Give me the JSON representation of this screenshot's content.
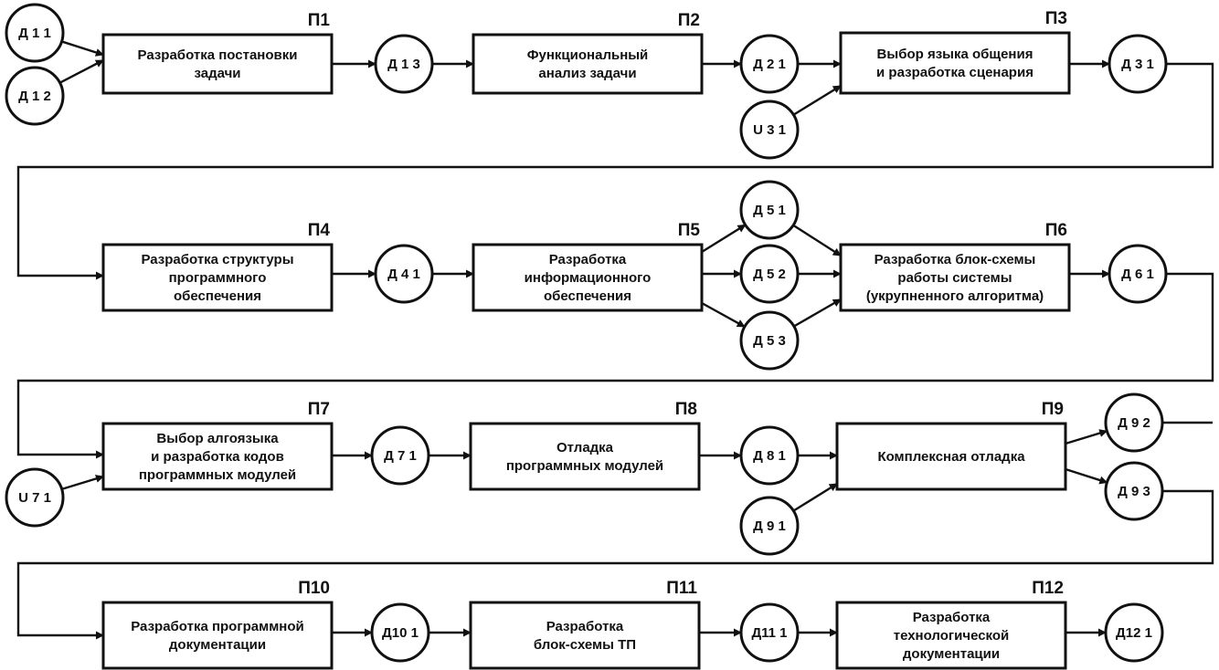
{
  "processes": [
    {
      "id": "p1",
      "label": "П1",
      "lines": [
        "Разработка постановки",
        "задачи"
      ]
    },
    {
      "id": "p2",
      "label": "П2",
      "lines": [
        "Функциональный",
        "анализ задачи"
      ]
    },
    {
      "id": "p3",
      "label": "П3",
      "lines": [
        "Выбор языка общения",
        "и разработка сценария"
      ]
    },
    {
      "id": "p4",
      "label": "П4",
      "lines": [
        "Разработка структуры",
        "программного",
        "обеспечения"
      ]
    },
    {
      "id": "p5",
      "label": "П5",
      "lines": [
        "Разработка",
        "информационного",
        "обеспечения"
      ]
    },
    {
      "id": "p6",
      "label": "П6",
      "lines": [
        "Разработка блок-схемы",
        "работы системы",
        "(укрупненного алгоритма)"
      ]
    },
    {
      "id": "p7",
      "label": "П7",
      "lines": [
        "Выбор алгоязыка",
        "и разработка кодов",
        "программных модулей"
      ]
    },
    {
      "id": "p8",
      "label": "П8",
      "lines": [
        "Отладка",
        "программных модулей"
      ]
    },
    {
      "id": "p9",
      "label": "П9",
      "lines": [
        "Комплексная отладка"
      ]
    },
    {
      "id": "p10",
      "label": "П10",
      "lines": [
        "Разработка программной",
        "документации"
      ]
    },
    {
      "id": "p11",
      "label": "П11",
      "lines": [
        "Разработка",
        "блок-схемы ТП"
      ]
    },
    {
      "id": "p12",
      "label": "П12",
      "lines": [
        "Разработка",
        "технологической",
        "документации"
      ]
    }
  ],
  "nodes": [
    {
      "id": "d11",
      "label": "Д 1 1"
    },
    {
      "id": "d12",
      "label": "Д 1 2"
    },
    {
      "id": "d13",
      "label": "Д 1 3"
    },
    {
      "id": "d21",
      "label": "Д 2 1"
    },
    {
      "id": "u31",
      "label": "U 3 1"
    },
    {
      "id": "d31",
      "label": "Д 3 1"
    },
    {
      "id": "d41",
      "label": "Д 4 1"
    },
    {
      "id": "d51",
      "label": "Д 5 1"
    },
    {
      "id": "d52",
      "label": "Д 5 2"
    },
    {
      "id": "d53",
      "label": "Д 5 3"
    },
    {
      "id": "d61",
      "label": "Д 6 1"
    },
    {
      "id": "u71",
      "label": "U 7 1"
    },
    {
      "id": "d71",
      "label": "Д 7 1"
    },
    {
      "id": "d81",
      "label": "Д 8 1"
    },
    {
      "id": "d91",
      "label": "Д 9 1"
    },
    {
      "id": "d92",
      "label": "Д 9 2"
    },
    {
      "id": "d93",
      "label": "Д 9 3"
    },
    {
      "id": "d101",
      "label": "Д10 1"
    },
    {
      "id": "d111",
      "label": "Д11 1"
    },
    {
      "id": "d121",
      "label": "Д12 1"
    }
  ]
}
